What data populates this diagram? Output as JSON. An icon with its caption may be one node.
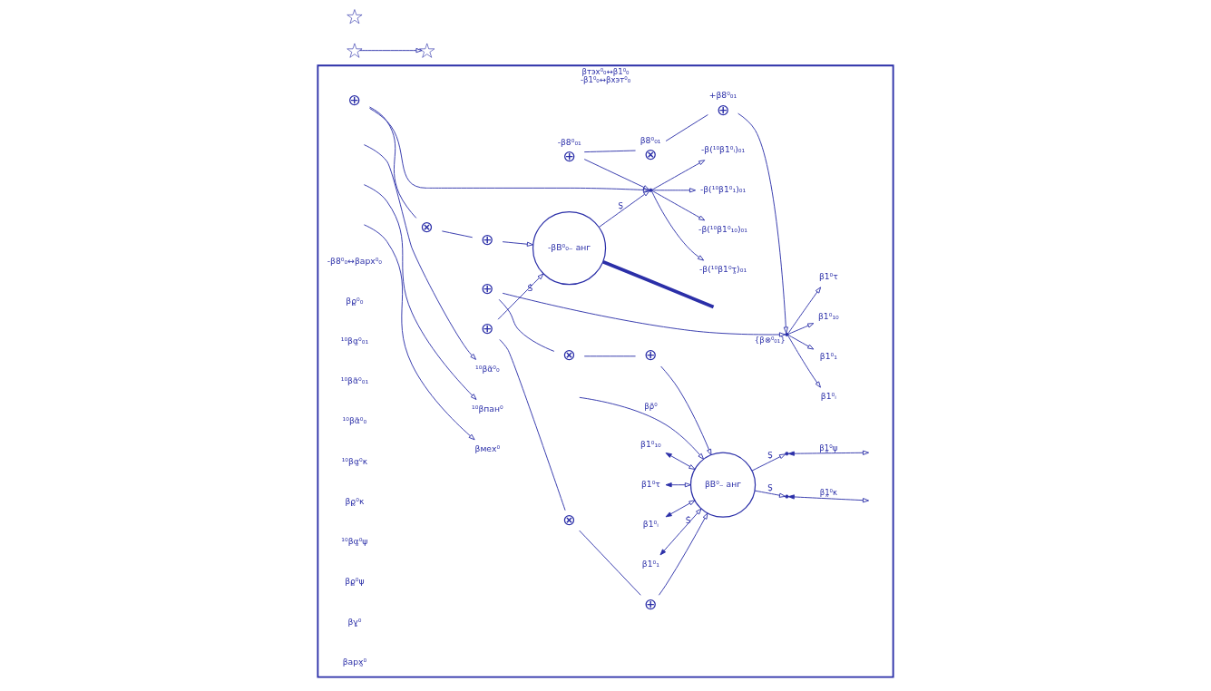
{
  "diagram": {
    "nodes": [
      {
        "text": [
          "βтэх⁰₀↔β1⁰₀",
          "-β1⁰₀↔βхэт⁰₀"
        ]
      },
      {
        "text": [],
        "shape": "point",
        "in": 0
      },
      {
        "text": [
          "-β(¹⁰β1⁰₁)₀₁"
        ],
        "in": 0
      },
      {
        "text": [
          "-β(¹⁰β1⁰ᵢ)₀₁"
        ],
        "in": 0
      },
      {
        "text": [
          "-β(¹⁰β1⁰τ̰)₀₁"
        ],
        "in": 0
      },
      {
        "text": [
          "-β(¹⁰β1⁰₁₀)₀₁"
        ],
        "in": 0
      },
      {
        "text": [
          "⊕"
        ],
        "beside": [
          "-β8⁰₀₁"
        ],
        "in": 0
      },
      {
        "text": [
          "⊗"
        ],
        "beside": [
          "β8⁰₀₁"
        ],
        "in": 0
      },
      {
        "text": [
          "⊕"
        ],
        "beside": [
          "+β8⁰₀₁"
        ],
        "in": 0
      },
      {
        "text": [],
        "shape": "point",
        "beside": [
          "{β⊗⁰₀₁}"
        ],
        "in": 0
      },
      {
        "text": [
          "β1⁰₁₀"
        ],
        "in": 0
      },
      {
        "text": [
          "β1⁰τ"
        ],
        "in": 0
      },
      {
        "text": [
          "β1⁰ᵢ"
        ],
        "in": 0
      },
      {
        "text": [
          "β1⁰₁"
        ],
        "in": 0
      },
      {
        "text": [
          "⊕"
        ],
        "in": 0
      },
      {
        "text": [
          "⊗"
        ],
        "in": 0
      },
      {
        "text": [
          "⊕"
        ],
        "in": 0
      },
      {
        "text": [
          "-βB⁰₀₋ анг"
        ],
        "beside": [
          "Ṡ"
        ],
        "in": 0
      },
      {
        "text": [
          "⊕"
        ],
        "in": 0
      },
      {
        "text": [
          "⊗"
        ],
        "in": 0
      },
      {
        "text": [
          "⊕"
        ],
        "in": 0
      },
      {
        "text": [
          "βB⁰₋ анг"
        ],
        "beside": [
          "Ṡ"
        ],
        "in": 0
      },
      {
        "text": [
          "⊕"
        ],
        "in": 0
      },
      {
        "text": [
          "⊗"
        ],
        "in": 0
      },
      {
        "text": [
          "⊕"
        ],
        "in": 0
      },
      {
        "text": [
          "¹⁰βα̃⁰₀"
        ],
        "in": 0
      },
      {
        "text": [
          "¹⁰βпан⁰"
        ],
        "in": 0
      },
      {
        "text": [
          "βмех⁰"
        ],
        "in": 0
      },
      {
        "text": [
          "β1⁰₁₀"
        ],
        "in": 0
      },
      {
        "text": [
          "β1⁰τ"
        ],
        "in": 0
      },
      {
        "text": [
          "β1⁰ᵢ"
        ],
        "in": 0
      },
      {
        "text": [
          "β1⁰₁"
        ],
        "in": 0
      },
      {
        "text": [],
        "shape": "point",
        "in": 0
      },
      {
        "text": [],
        "shape": "point",
        "in": 0
      },
      {
        "text": [],
        "shape": "star"
      },
      {
        "text": [],
        "shape": "star"
      },
      {
        "text": [],
        "shape": "star"
      }
    ],
    "edges": [
      {
        "from": 1,
        "to": 2,
        "arrow": "to"
      },
      {
        "from": 1,
        "to": 3,
        "arrow": "to"
      },
      {
        "from": 1,
        "to": 4,
        "arrow": "to"
      },
      {
        "from": 1,
        "to": 5,
        "arrow": "to"
      },
      {
        "from": 6,
        "to": 1,
        "arrow": "to"
      },
      {
        "from": 6,
        "to": 7,
        "arrow": "none"
      },
      {
        "from": 7,
        "to": 8,
        "arrow": "none"
      },
      {
        "from": 8,
        "to": 9,
        "arrow": "to"
      },
      {
        "from": 9,
        "to": 10,
        "arrow": "to"
      },
      {
        "from": 9,
        "to": 11,
        "arrow": "to"
      },
      {
        "from": 9,
        "to": 12,
        "arrow": "to"
      },
      {
        "from": 9,
        "to": 13,
        "arrow": "to"
      },
      {
        "from": 14,
        "to": 1,
        "arrow": "to"
      },
      {
        "from": 14,
        "to": 15,
        "arrow": "none"
      },
      {
        "from": 15,
        "to": 16,
        "arrow": "none"
      },
      {
        "from": 16,
        "to": 17,
        "arrow": "to"
      },
      {
        "from": 17,
        "to": 1,
        "arrow": "to",
        "label": "Ṣ"
      },
      {
        "from": 18,
        "to": 17,
        "arrow": "to"
      },
      {
        "from": 18,
        "to": 19,
        "arrow": "none"
      },
      {
        "from": 19,
        "to": 20,
        "arrow": "none"
      },
      {
        "from": 20,
        "to": 21,
        "arrow": "to"
      },
      {
        "from": 22,
        "to": 9,
        "arrow": "to"
      },
      {
        "from": 22,
        "to": 23,
        "arrow": "none"
      },
      {
        "from": 23,
        "to": 24,
        "arrow": "none"
      },
      {
        "from": 24,
        "to": 21,
        "arrow": "to"
      },
      {
        "from": null,
        "to": 21,
        "arrow": "to",
        "label": "βρ̃⁰"
      },
      {
        "from": null,
        "to": 25,
        "arrow": "to"
      },
      {
        "from": null,
        "to": 26,
        "arrow": "to"
      },
      {
        "from": null,
        "to": 27,
        "arrow": "to"
      },
      {
        "from": 28,
        "to": 21,
        "arrow": "both"
      },
      {
        "from": 29,
        "to": 21,
        "arrow": "both"
      },
      {
        "from": 30,
        "to": 21,
        "arrow": "both"
      },
      {
        "from": 31,
        "to": 21,
        "arrow": "both"
      },
      {
        "from": 21,
        "to": 32,
        "arrow": "to",
        "label": "Ṣ"
      },
      {
        "from": 21,
        "to": 33,
        "arrow": "to",
        "label": "Ṣ"
      },
      {
        "from": null,
        "to": 32,
        "arrow": "both",
        "label": "β1̰⁰κ"
      },
      {
        "from": null,
        "to": 33,
        "arrow": "both",
        "label": "β1̰⁰ψ"
      },
      {
        "from": 17,
        "to": null,
        "arrow": "none",
        "style": "thick"
      },
      {
        "from": 34,
        "to": 35,
        "arrow": "to"
      }
    ],
    "labels": [
      "-β8⁰₀↔βарх⁰₀",
      "βρ̰⁰₀",
      "¹⁰βα̰⁰₀₁",
      "¹⁰βα̃⁰₀₁",
      "¹⁰βα̃⁰₀",
      "¹⁰βα̰⁰κ",
      "βρ̰⁰κ",
      "¹⁰βα̰⁰ψ",
      "βρ̰⁰ψ",
      "βγ̰⁰",
      "βарх̰⁰"
    ]
  }
}
